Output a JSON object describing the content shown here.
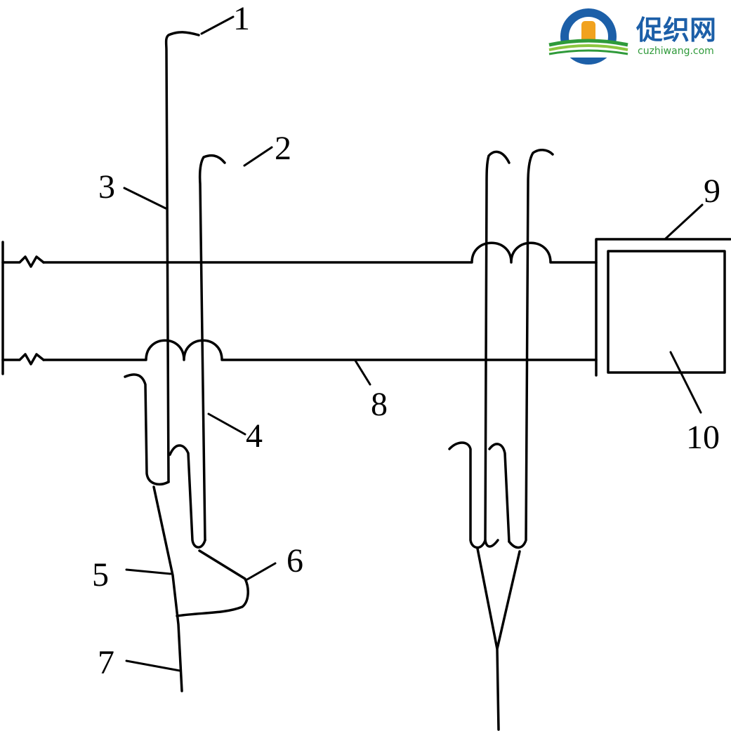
{
  "labels": {
    "l1": "1",
    "l2": "2",
    "l3": "3",
    "l4": "4",
    "l5": "5",
    "l6": "6",
    "l7": "7",
    "l8": "8",
    "l9": "9",
    "l10": "10"
  },
  "logo": {
    "name": "促织网",
    "url": "cuzhiwang.com"
  }
}
